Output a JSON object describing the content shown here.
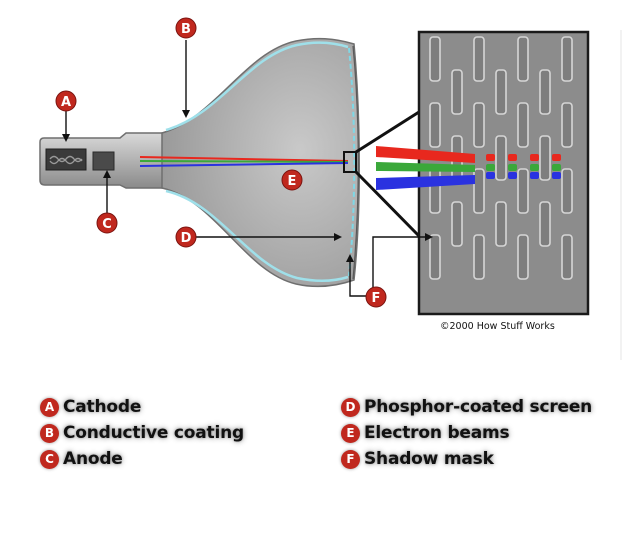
{
  "markers": {
    "a": "A",
    "b": "B",
    "c": "C",
    "d": "D",
    "e": "E",
    "f": "F"
  },
  "copyright": "©2000 How Stuff Works",
  "legend": [
    {
      "letter": "A",
      "label": "Cathode"
    },
    {
      "letter": "B",
      "label": "Conductive coating"
    },
    {
      "letter": "C",
      "label": "Anode"
    },
    {
      "letter": "D",
      "label": "Phosphor-coated screen"
    },
    {
      "letter": "E",
      "label": "Electron beams"
    },
    {
      "letter": "F",
      "label": "Shadow mask"
    }
  ],
  "colors": {
    "marker": "#c0281e",
    "beam_red": "#e8281e",
    "beam_green": "#3aa83a",
    "beam_blue": "#2a32e0",
    "coating": "#9fe0ea",
    "tube_gray": "#a8a8a8",
    "mask_gray": "#8c8c8c"
  }
}
